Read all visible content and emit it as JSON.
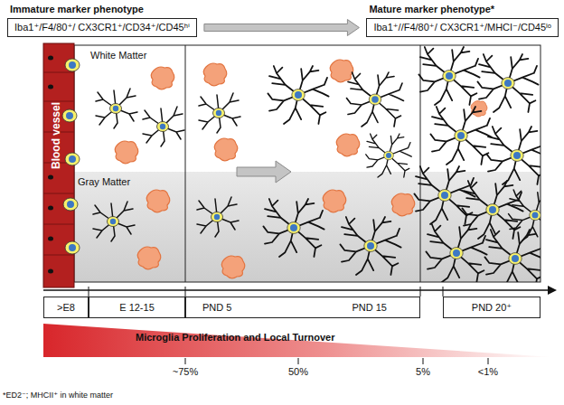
{
  "diagram": {
    "nodes": [
      {
        "text": [
          "Immature marker phenotype",
          "Iba1⁺/F4/80⁺/ CX3CR1⁺/CD34⁺/CD45ʰⁱ"
        ]
      },
      {
        "text": [
          "Mature marker phenotype*",
          "Iba1⁺//F4/80⁺/ CX3CR1⁺/MHCI⁻/CD45ˡᵒ"
        ]
      },
      {
        "text": [
          ">E8"
        ]
      },
      {
        "text": [
          "E 12-15"
        ]
      },
      {
        "text": [
          "PND 5",
          "PND 15"
        ]
      },
      {
        "text": [
          "PND 20⁺"
        ]
      }
    ],
    "edges": [
      {
        "from": 0,
        "to": 1,
        "arrow": "to"
      }
    ],
    "labels": [
      "White Matter",
      "Gray Matter",
      "Blood vessel",
      "Microglia Proliferation and Local Turnover",
      "~75%",
      "50%",
      "5%",
      "<1%",
      "*ED2⁻; MHCII⁺ in white matter"
    ]
  }
}
